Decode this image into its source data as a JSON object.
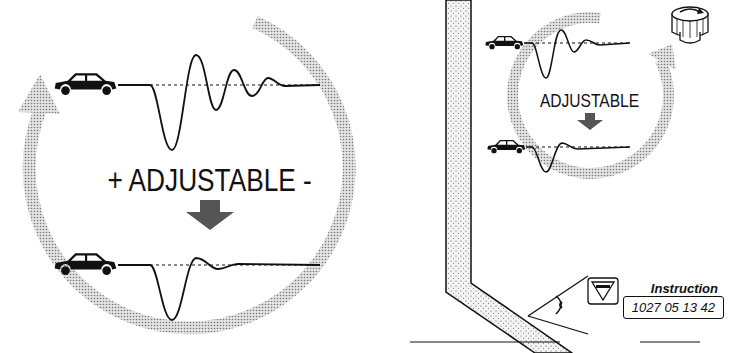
{
  "diagram": {
    "nodes": [
      {
        "text": [
          "Instruction",
          "1027 05 13 42"
        ]
      }
    ],
    "labels": [
      "+ ADJUSTABLE -",
      "ADJUSTABLE"
    ]
  }
}
